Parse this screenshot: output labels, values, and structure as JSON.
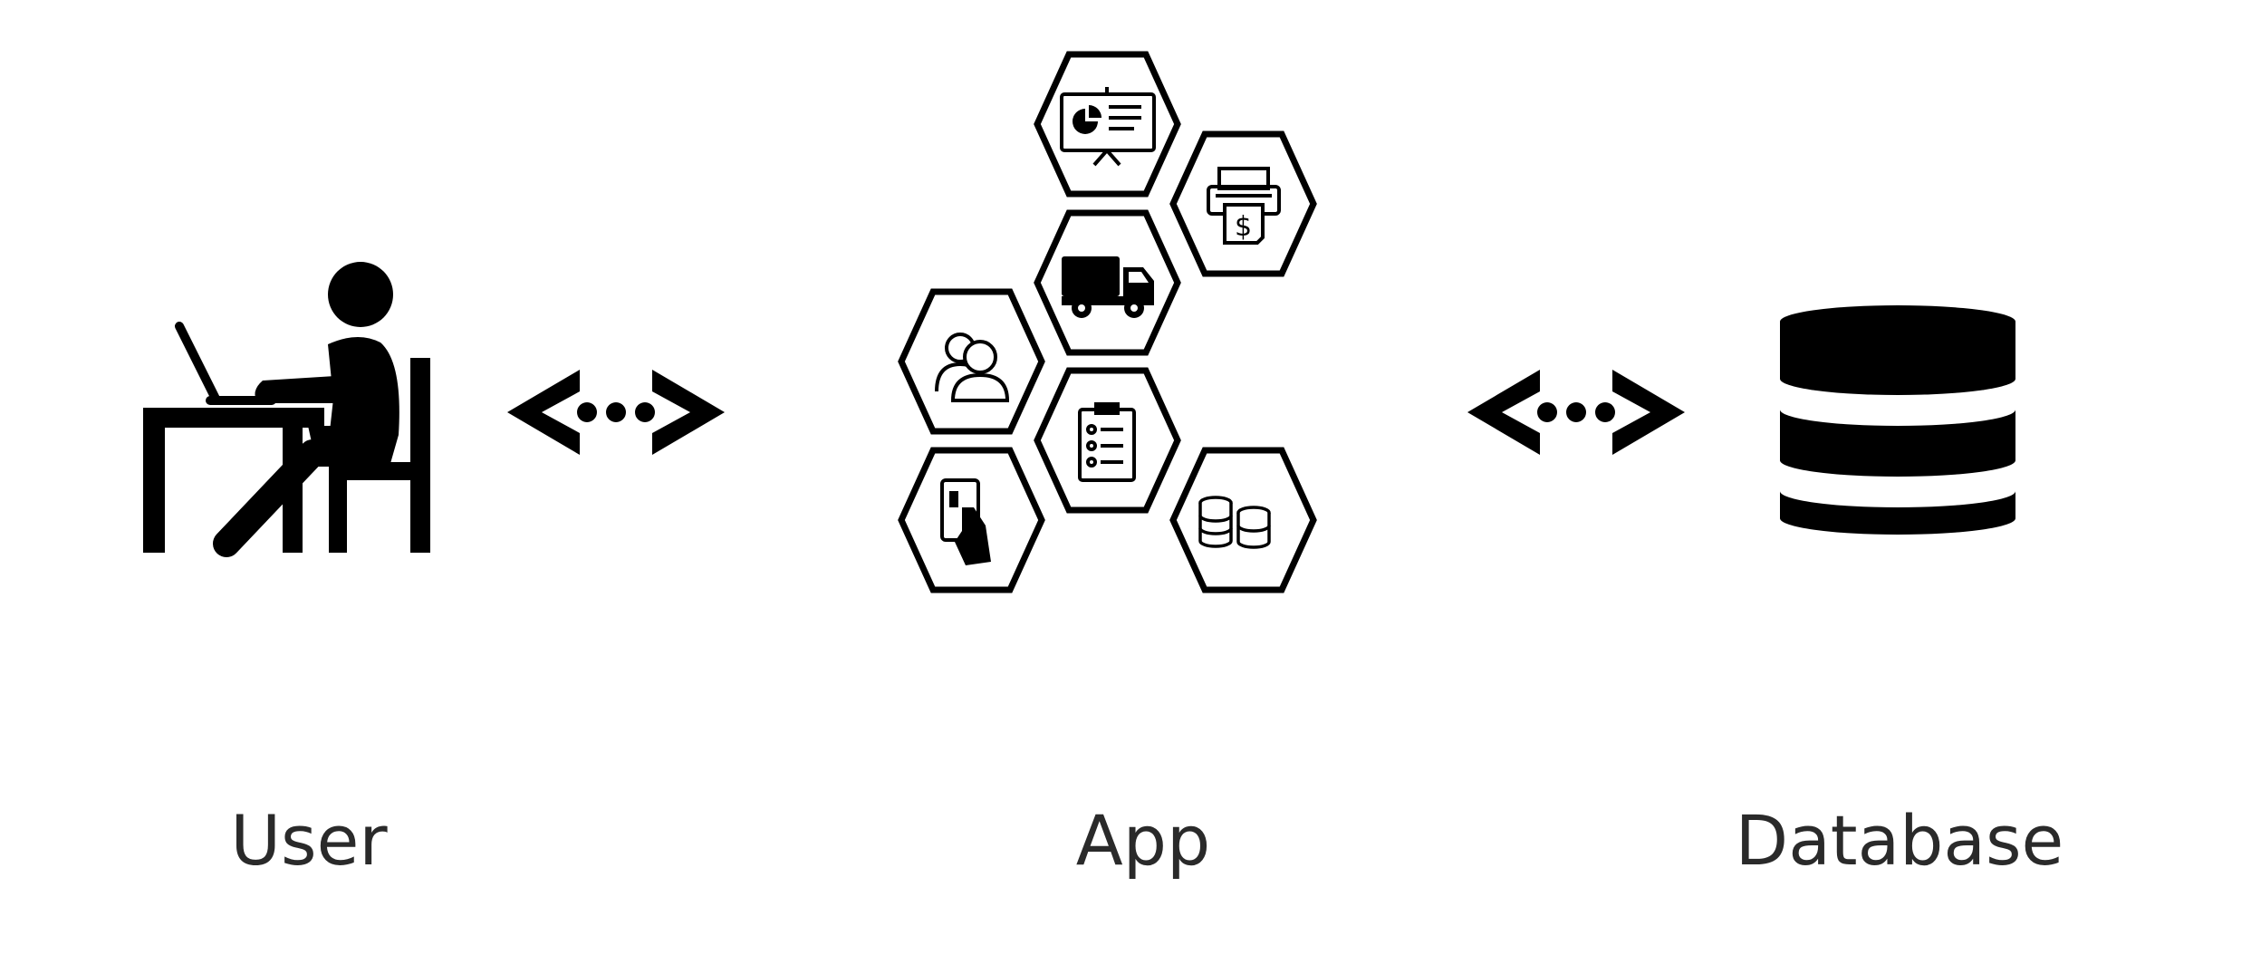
{
  "diagram": {
    "nodes": [
      {
        "id": "user",
        "label": "User",
        "icon": "person-at-laptop-icon"
      },
      {
        "id": "app",
        "label": "App",
        "icon": "app-hexagon-cluster-icon"
      },
      {
        "id": "database",
        "label": "Database",
        "icon": "database-cylinder-icon"
      }
    ],
    "connectors": [
      {
        "from": "user",
        "to": "app",
        "icon": "bidirectional-arrow-icon"
      },
      {
        "from": "app",
        "to": "database",
        "icon": "bidirectional-arrow-icon"
      }
    ],
    "app_modules": [
      "presentation-board-icon",
      "invoice-printer-icon",
      "delivery-truck-icon",
      "users-group-icon",
      "checklist-clipboard-icon",
      "card-payment-icon",
      "coins-stack-icon"
    ],
    "colors": {
      "ink": "#000000",
      "text": "#2a2a2a",
      "background": "#ffffff"
    }
  }
}
